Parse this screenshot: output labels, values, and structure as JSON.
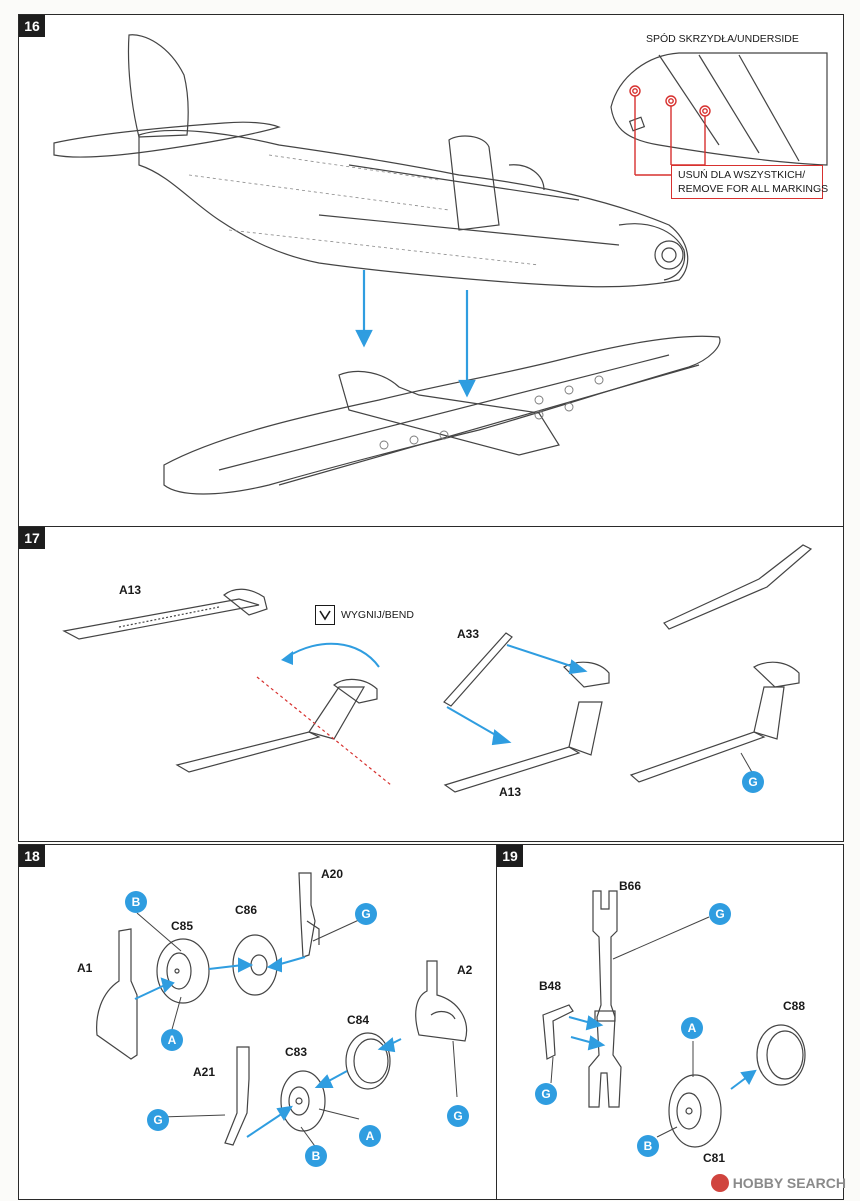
{
  "steps": [
    {
      "number": "16"
    },
    {
      "number": "17"
    },
    {
      "number": "18"
    },
    {
      "number": "19"
    }
  ],
  "step16": {
    "underside_label": "SPÓD SKRZYDŁA/UNDERSIDE",
    "remove_note_line1": "USUŃ DLA WSZYSTKICH/",
    "remove_note_line2": "REMOVE FOR ALL MARKINGS",
    "note_color": "#d7312f"
  },
  "step17": {
    "bend_label": "WYGNIJ/BEND",
    "parts": {
      "a13_top": "A13",
      "a33": "A33",
      "a13_bottom": "A13"
    },
    "glue_marker": "G"
  },
  "step18": {
    "parts": {
      "a20": "A20",
      "c85": "C85",
      "c86": "C86",
      "a1": "A1",
      "a2": "A2",
      "c84": "C84",
      "c83": "C83",
      "a21": "A21"
    },
    "markers": {
      "b1": "B",
      "g1": "G",
      "a1": "A",
      "g2": "G",
      "g3": "G",
      "a2": "A",
      "b2": "B"
    }
  },
  "step19": {
    "parts": {
      "b66": "B66",
      "b48": "B48",
      "c88": "C88",
      "c81": "C81"
    },
    "markers": {
      "g1": "G",
      "g2": "G",
      "a1": "A",
      "b1": "B"
    }
  },
  "watermark": {
    "text": "HOBBY SEARCH"
  },
  "colors": {
    "arrow": "#2f9de0",
    "marker": "#2f9de0",
    "warning": "#d7312f",
    "line": "#444444"
  }
}
